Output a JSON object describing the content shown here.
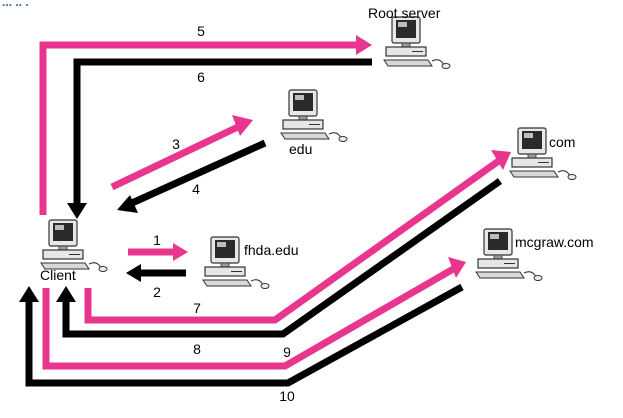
{
  "colors": {
    "request": "#e8358e",
    "response": "#000000",
    "top_corner_text": "#2b5ebd"
  },
  "top_corner_text": "... .. .",
  "nodes": {
    "root": {
      "label": "Root server",
      "icon": "computer-icon"
    },
    "edu": {
      "label": "edu",
      "icon": "computer-icon"
    },
    "com": {
      "label": "com",
      "icon": "computer-icon"
    },
    "fhda": {
      "label": "fhda.edu",
      "icon": "computer-icon"
    },
    "mcgraw": {
      "label": "mcgraw.com",
      "icon": "computer-icon"
    },
    "client": {
      "label": "Client",
      "icon": "computer-icon"
    }
  },
  "steps": [
    "1",
    "2",
    "3",
    "4",
    "5",
    "6",
    "7",
    "8",
    "9",
    "10"
  ]
}
